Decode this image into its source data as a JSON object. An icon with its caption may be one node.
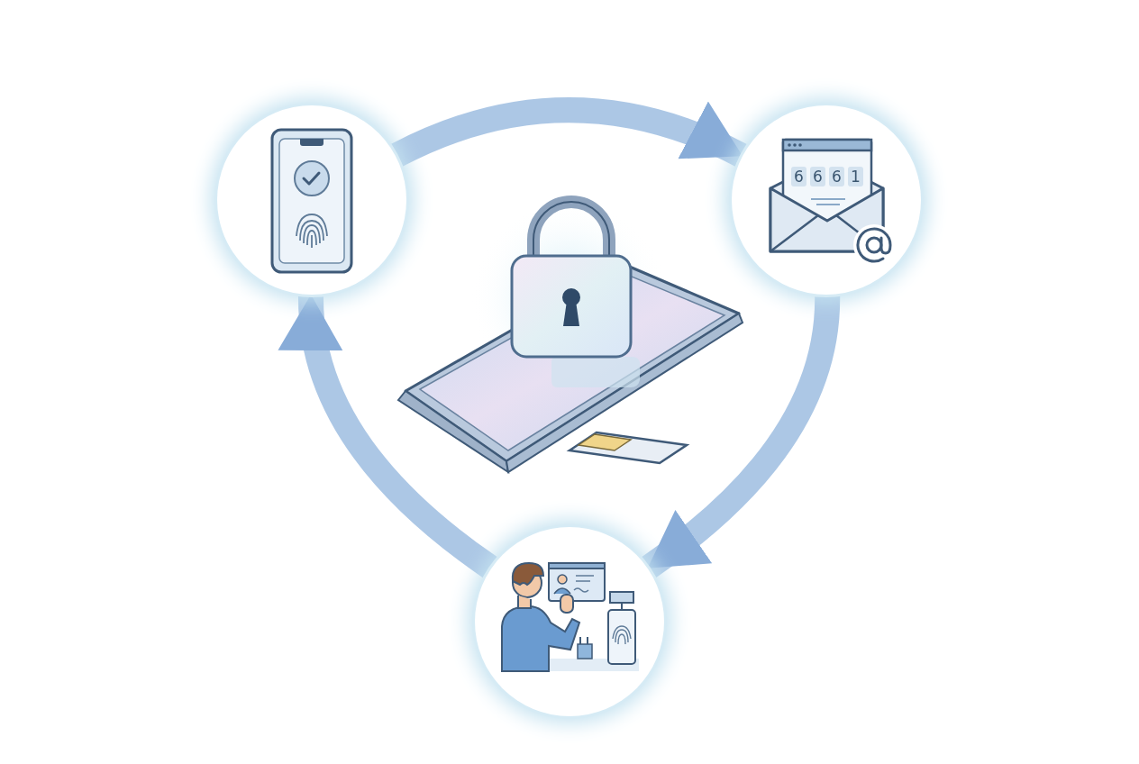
{
  "diagram": {
    "nodes": [
      {
        "text": [],
        "shape": "picture"
      },
      {
        "text": [
          "6",
          "6",
          "6",
          "1"
        ]
      },
      {
        "text": [],
        "shape": "picture"
      },
      {
        "text": [],
        "shape": "picture"
      }
    ],
    "edges": [
      {
        "from": 0,
        "to": 1,
        "arrow": "to"
      },
      {
        "from": 1,
        "to": 2,
        "arrow": "to"
      },
      {
        "from": 2,
        "to": 0,
        "arrow": "to"
      }
    ]
  }
}
